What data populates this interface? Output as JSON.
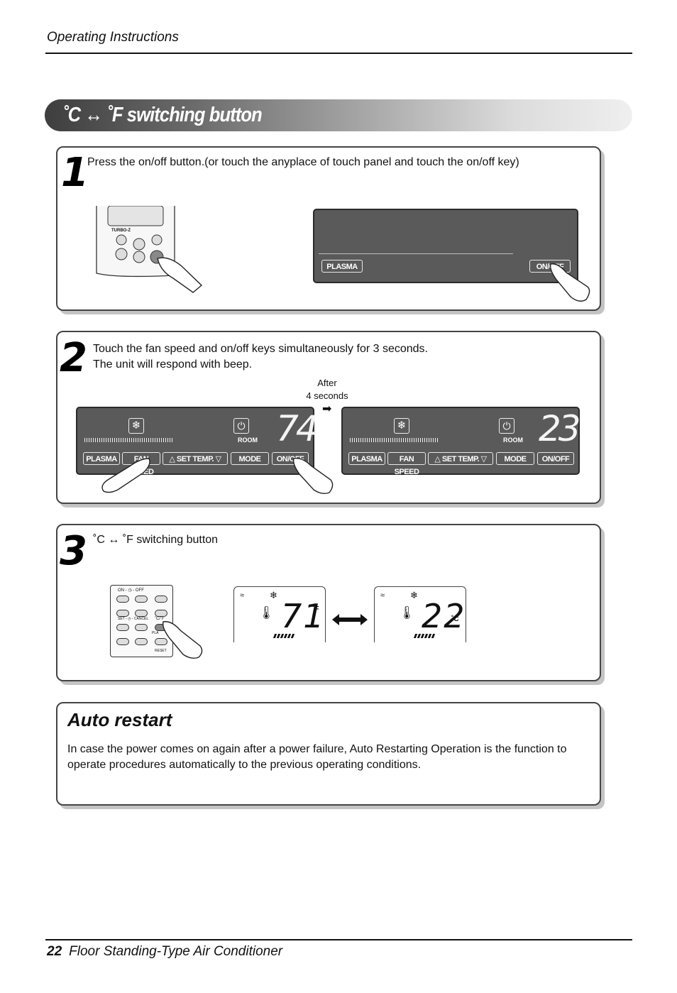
{
  "header": {
    "title": "Operating Instructions"
  },
  "section": {
    "title": "˚C ↔ ˚F switching button"
  },
  "step1": {
    "number": "1",
    "text": "Press the on/off button.(or touch the anyplace of touch panel and touch the on/off key)",
    "remote": {
      "turbo_label": "TURBO-Z"
    },
    "panel": {
      "plasma_label": "PLASMA",
      "onoff_label": "ON/OFF"
    }
  },
  "step2": {
    "number": "2",
    "line1": "Touch the fan speed and on/off keys simultaneously for 3 seconds.",
    "line2": "The unit will respond with beep.",
    "after_label": "After",
    "seconds_label": "4 seconds",
    "panel_left": {
      "digits": "74",
      "room_label": "ROOM",
      "keys": [
        "PLASMA",
        "FAN SPEED",
        "△ SET TEMP. ▽",
        "MODE",
        "ON/OFF"
      ]
    },
    "panel_right": {
      "digits": "23",
      "room_label": "ROOM",
      "keys": [
        "PLASMA",
        "FAN SPEED",
        "△ SET TEMP. ▽",
        "MODE",
        "ON/OFF"
      ]
    }
  },
  "step3": {
    "number": "3",
    "text": "˚C ↔ ˚F switching button",
    "remote": {
      "on_off_label": "ON - ◷ - OFF",
      "set_cancel_label": "SET - ◷ - CANCEL",
      "cf_label": "˚C/˚F",
      "plasma_label": "PLA",
      "reset_label": "RESET"
    },
    "lcd_f": {
      "digits": "71",
      "unit": "˚F"
    },
    "lcd_c": {
      "digits": "22",
      "unit": "˚C"
    }
  },
  "auto_restart": {
    "title": "Auto restart",
    "line1": "In case the power comes on again after a power failure, Auto Restarting Operation is the function to",
    "line2": "operate procedures automatically to the previous operating conditions."
  },
  "footer": {
    "page_number": "22",
    "title": "Floor Standing-Type Air Conditioner"
  }
}
